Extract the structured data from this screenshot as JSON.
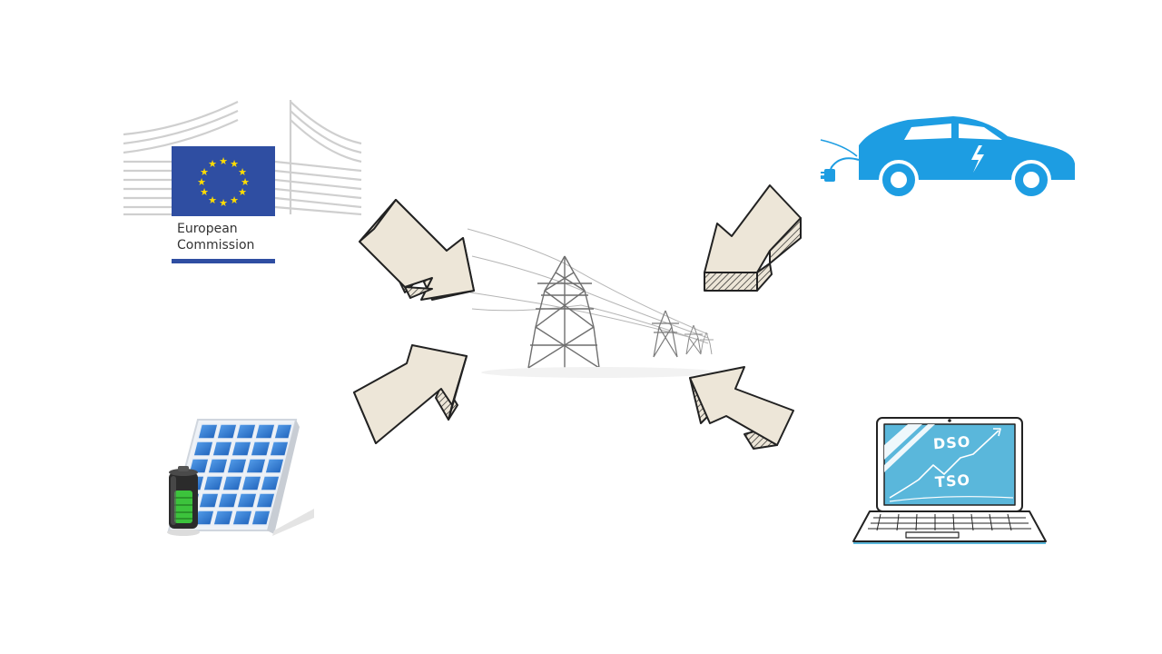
{
  "logo": {
    "line1": "European",
    "line2": "Commission"
  },
  "laptop": {
    "screen_top_label": "DSO",
    "screen_bottom_label": "TSO"
  },
  "colors": {
    "eu_blue": "#2f4ea2",
    "eu_star": "#ffdd00",
    "car_blue": "#1d9de2",
    "screen_blue": "#5ab7db",
    "arrow_fill": "#ede6d8",
    "arrow_stroke": "#222222",
    "panel_blue": "#3b7fd6",
    "battery_green": "#3cc33c"
  },
  "icons": [
    "european-commission-logo",
    "power-pylons",
    "electric-car-icon",
    "solar-panel-icon",
    "battery-icon",
    "laptop-icon"
  ]
}
